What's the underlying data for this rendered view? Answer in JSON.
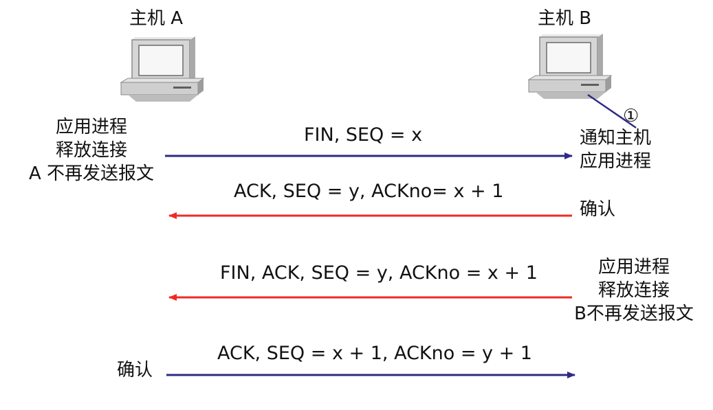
{
  "hostA": {
    "title": "主机 A",
    "note": "应用进程\n释放连接\nA 不再发送报文",
    "confirm": "确认"
  },
  "hostB": {
    "title": "主机 B",
    "marker": "①",
    "notify": "通知主机\n应用进程",
    "confirm": "确认",
    "note": "应用进程\n释放连接\nB不再发送报文"
  },
  "messages": [
    {
      "label": "FIN, SEQ = x",
      "direction": "A→B",
      "color": "#2e2a85"
    },
    {
      "label": "ACK, SEQ = y, ACKno= x + 1",
      "direction": "B→A",
      "color": "#ee2a24"
    },
    {
      "label": "FIN, ACK, SEQ = y, ACKno = x + 1",
      "direction": "B→A",
      "color": "#ee2a24"
    },
    {
      "label": "ACK, SEQ = x + 1, ACKno = y + 1",
      "direction": "A→B",
      "color": "#2e2a85"
    }
  ]
}
